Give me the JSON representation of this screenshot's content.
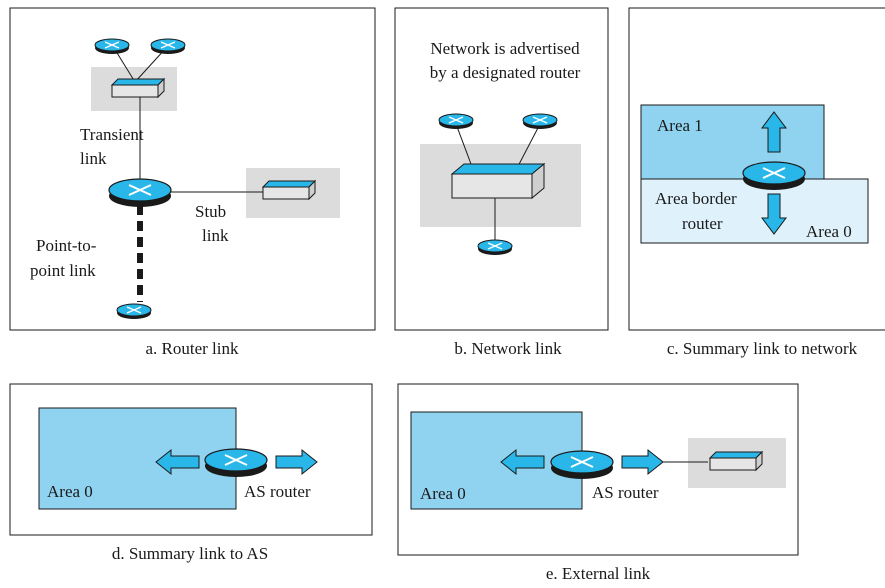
{
  "colors": {
    "area_fill": "#8fd3f0",
    "area0_fill_light": "#dff2fb",
    "gray_box": "#dcdcdc",
    "router_cyan": "#29b6e8",
    "arrow_cyan": "#29b6e8",
    "outline": "#1a1a1a"
  },
  "panels": {
    "a": {
      "caption": "a. Router link",
      "transient_line1": "Transient",
      "transient_line2": "link",
      "stub_line1": "Stub",
      "stub_line2": "link",
      "p2p_line1": "Point-to-",
      "p2p_line2": "point link"
    },
    "b": {
      "caption": "b. Network link",
      "note_line1": "Network is advertised",
      "note_line2": "by a designated router"
    },
    "c": {
      "caption": "c. Summary link to network",
      "area1": "Area 1",
      "abr_line1": "Area border",
      "abr_line2": "router",
      "area0": "Area 0"
    },
    "d": {
      "caption": "d. Summary link to AS",
      "area0": "Area 0",
      "as_router": "AS router"
    },
    "e": {
      "caption": "e. External link",
      "area0": "Area 0",
      "as_router": "AS router"
    }
  }
}
